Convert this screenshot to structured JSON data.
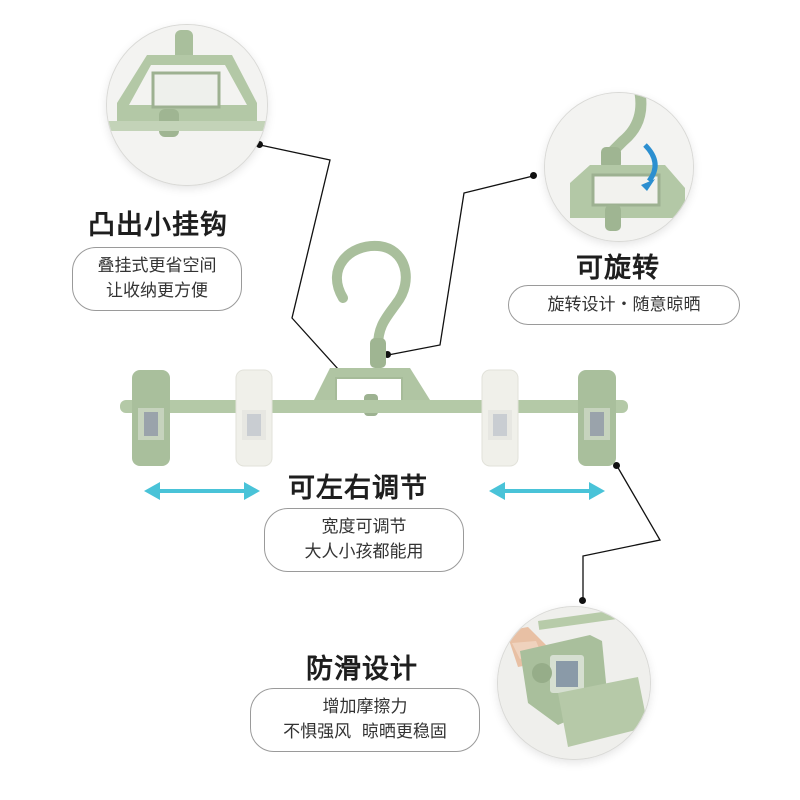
{
  "features": [
    {
      "id": "hook",
      "title": "凸出小挂钩",
      "lines": [
        "叠挂式更省空间",
        "让收纳更方便"
      ]
    },
    {
      "id": "rotate",
      "title": "可旋转",
      "lines": [
        "旋转设计・随意晾晒"
      ]
    },
    {
      "id": "adjust",
      "title": "可左右调节",
      "lines": [
        "宽度可调节",
        "大人小孩都能用"
      ]
    },
    {
      "id": "antislip",
      "title": "防滑设计",
      "lines": [
        "增加摩擦力",
        "不惧强风  晾晒更稳固"
      ]
    }
  ],
  "colors": {
    "hanger_green": "#a9bf9c",
    "clip_white": "#f2f2ee",
    "arrow_cyan": "#49c3d8",
    "text": "#1e1e1e"
  },
  "icons": [
    "hanger-product",
    "double-arrow-icon",
    "callout-dot"
  ]
}
